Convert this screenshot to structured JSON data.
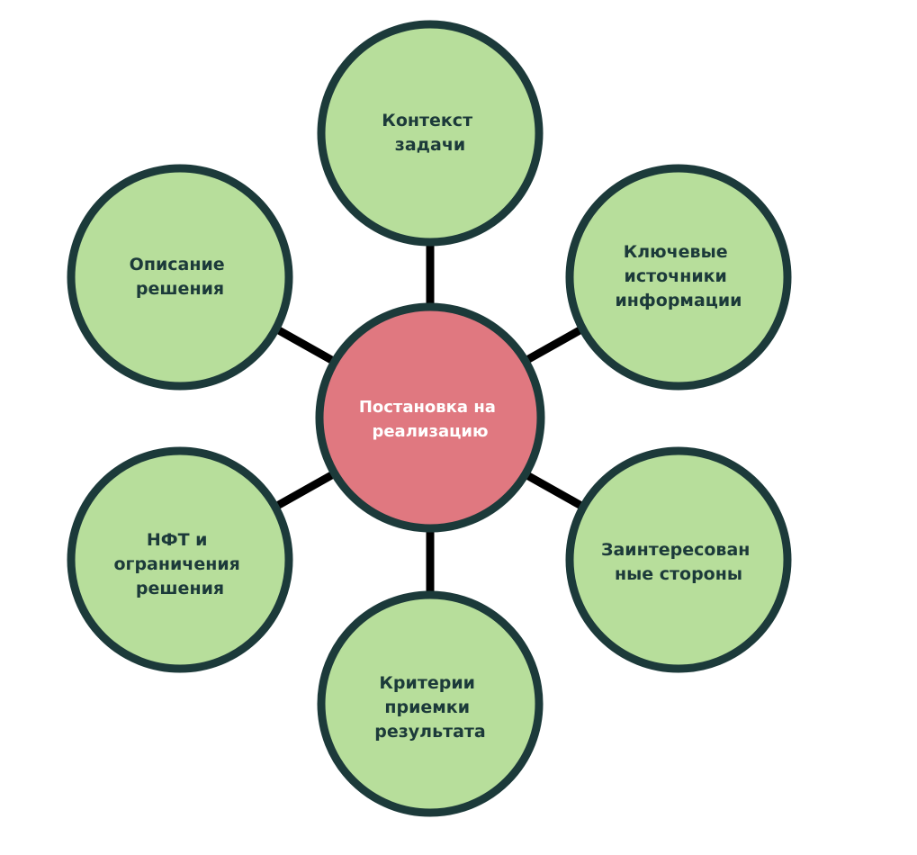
{
  "colors": {
    "outline": "#1c3a3a",
    "satellite_fill": "#b7de9b",
    "center_fill": "#e07880",
    "satellite_text": "#1c3a3a",
    "center_text": "#ffffff",
    "connector": "#000000"
  },
  "center": {
    "lines": [
      "Постановка на",
      "реализацию"
    ]
  },
  "nodes": [
    {
      "id": "context",
      "lines": [
        "Контекст",
        "задачи"
      ]
    },
    {
      "id": "sources",
      "lines": [
        "Ключевые",
        "источники",
        "информации"
      ]
    },
    {
      "id": "stakeholders",
      "lines": [
        "Заинтересован",
        "ные стороны"
      ]
    },
    {
      "id": "criteria",
      "lines": [
        "Критерии",
        "приемки",
        "результата"
      ]
    },
    {
      "id": "nfr",
      "lines": [
        "НФТ и",
        "ограничения",
        "решения"
      ]
    },
    {
      "id": "solution",
      "lines": [
        "Описание",
        "решения"
      ]
    }
  ]
}
